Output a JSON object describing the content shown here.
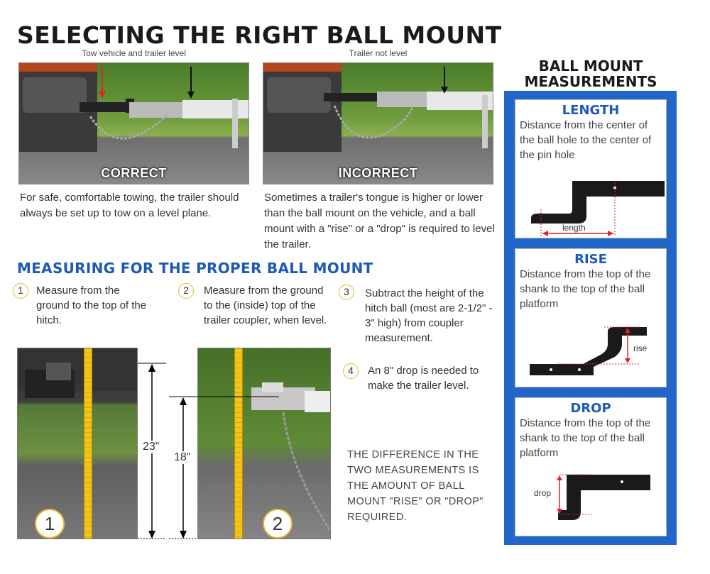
{
  "title": "SELECTING THE RIGHT BALL MOUNT",
  "top_photos": [
    {
      "caption": "Tow vehicle and trailer level",
      "verdict": "CORRECT",
      "text": "For safe, comfortable towing, the trailer should always be set up to tow on a level plane."
    },
    {
      "caption": "Trailer not level",
      "verdict": "INCORRECT",
      "text": "Sometimes a trailer's tongue is higher or lower than the ball mount on the vehicle, and a ball mount with a \"rise\" or a \"drop\" is required to level the trailer."
    }
  ],
  "measuring": {
    "heading": "MEASURING FOR THE PROPER BALL MOUNT",
    "steps": [
      {
        "num": "1",
        "text": "Measure from the ground to the top of the hitch."
      },
      {
        "num": "2",
        "text": "Measure from the ground to the (inside) top of the trailer coupler, when level."
      },
      {
        "num": "3",
        "text": "Subtract the height of the hitch ball (most are 2-1/2\" - 3\" high) from coupler measurement."
      },
      {
        "num": "4",
        "text": "An 8\" drop is needed to make the trailer level."
      }
    ],
    "photo1_label": "23\"",
    "photo2_label": "18\"",
    "badge1": "1",
    "badge2": "2",
    "note": "THE DIFFERENCE IN THE TWO MEASUREMENTS IS THE AMOUNT OF BALL MOUNT \"RISE\" OR \"DROP\" REQUIRED."
  },
  "sidebar": {
    "title_line1": "BALL MOUNT",
    "title_line2": "MEASUREMENTS",
    "accent_color": "#2167c9",
    "cards": [
      {
        "title": "LENGTH",
        "desc": "Distance from the center of the ball hole to the center of the pin hole",
        "diagram_label": "length"
      },
      {
        "title": "RISE",
        "desc": "Distance from the top of the shank to the top of the ball platform",
        "diagram_label": "rise"
      },
      {
        "title": "DROP",
        "desc": "Distance from the top of the shank to the top of the ball platform",
        "diagram_label": "drop"
      }
    ]
  }
}
